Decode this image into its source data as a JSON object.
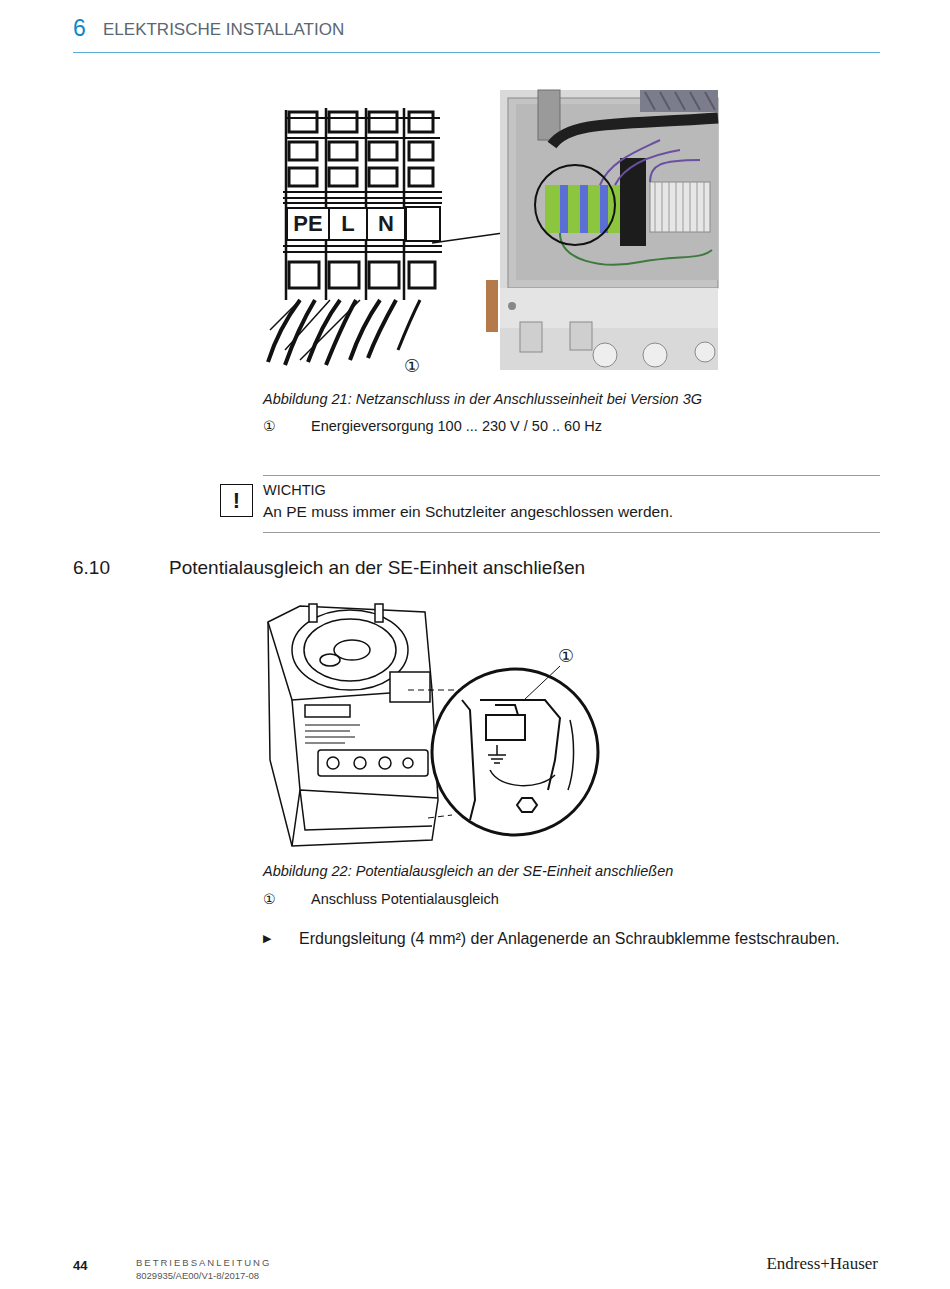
{
  "diagram": {
    "nodes": [
      {
        "text": [
          "PE"
        ]
      },
      {
        "text": [
          "L"
        ]
      },
      {
        "text": [
          "N"
        ]
      },
      {
        "text": [
          "!"
        ]
      }
    ],
    "edges": [],
    "labels": [
      "6",
      "ELEKTRISCHE INSTALLATION",
      "①",
      "Abbildung 21: Netzanschluss in der Anschlusseinheit bei Version 3G",
      "①",
      "Energieversorgung 100 ... 230 V / 50 .. 60 Hz",
      "WICHTIG",
      "An PE muss immer ein Schutzleiter angeschlossen werden.",
      "6.10",
      "Potentialausgleich an der SE-Einheit anschließen",
      "①",
      "Abbildung 22: Potentialausgleich an der SE-Einheit anschließen",
      "①",
      "Anschluss Potentialausgleich",
      "▶",
      "Erdungsleitung (4 mm²) der Anlagenerde an Schraubklemme festschrauben.",
      "44",
      "BETRIEBSANLEITUNG",
      "8029935/AE00/V1-8/2017-08",
      "Endress+Hauser"
    ]
  }
}
